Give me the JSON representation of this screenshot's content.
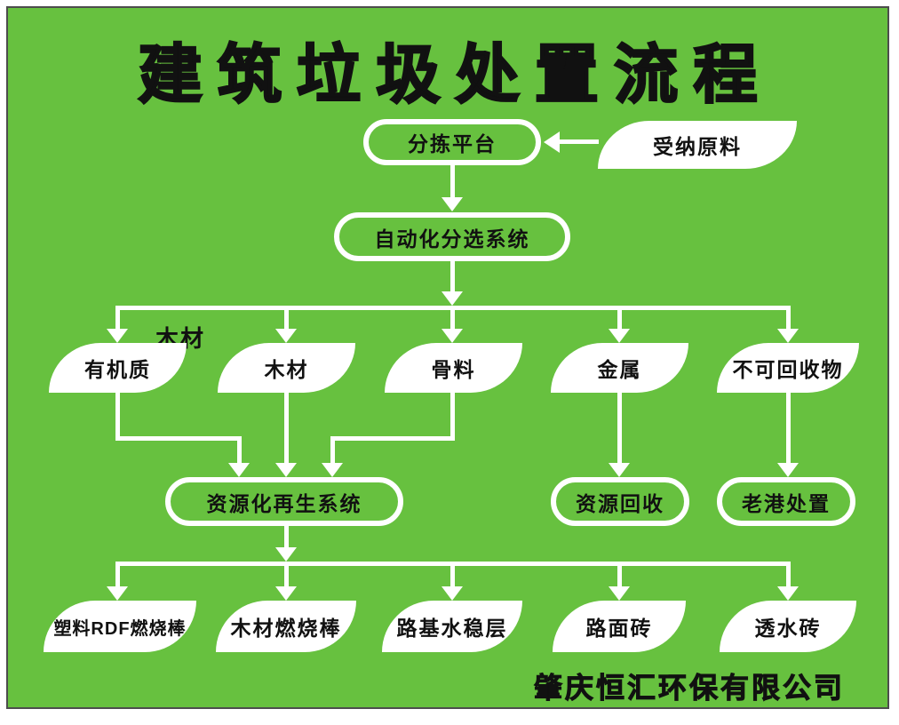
{
  "title": "建筑垃圾处置流程",
  "company": "肇庆恒汇环保有限公司",
  "colors": {
    "background_green": "#67c13f",
    "node_fill": "#ffffff",
    "connector": "#ffffff",
    "text": "#111111",
    "panel_border": "#4d4d4d"
  },
  "nodes": {
    "received_material": "受纳原料",
    "sorting_platform": "分拣平台",
    "auto_sorting_system": "自动化分选系统",
    "organics": "有机质",
    "wood": "木材",
    "aggregate": "骨料",
    "metal": "金属",
    "non_recyclable": "不可回收物",
    "wood_annotation": "木材",
    "recycling_system": "资源化再生系统",
    "resource_recovery": "资源回收",
    "laogang_disposal": "老港处置",
    "plastic_rdf_rod": "塑料RDF燃烧棒",
    "wood_rod": "木材燃烧棒",
    "roadbed_layer": "路基水稳层",
    "pavement_brick": "路面砖",
    "permeable_brick": "透水砖"
  }
}
